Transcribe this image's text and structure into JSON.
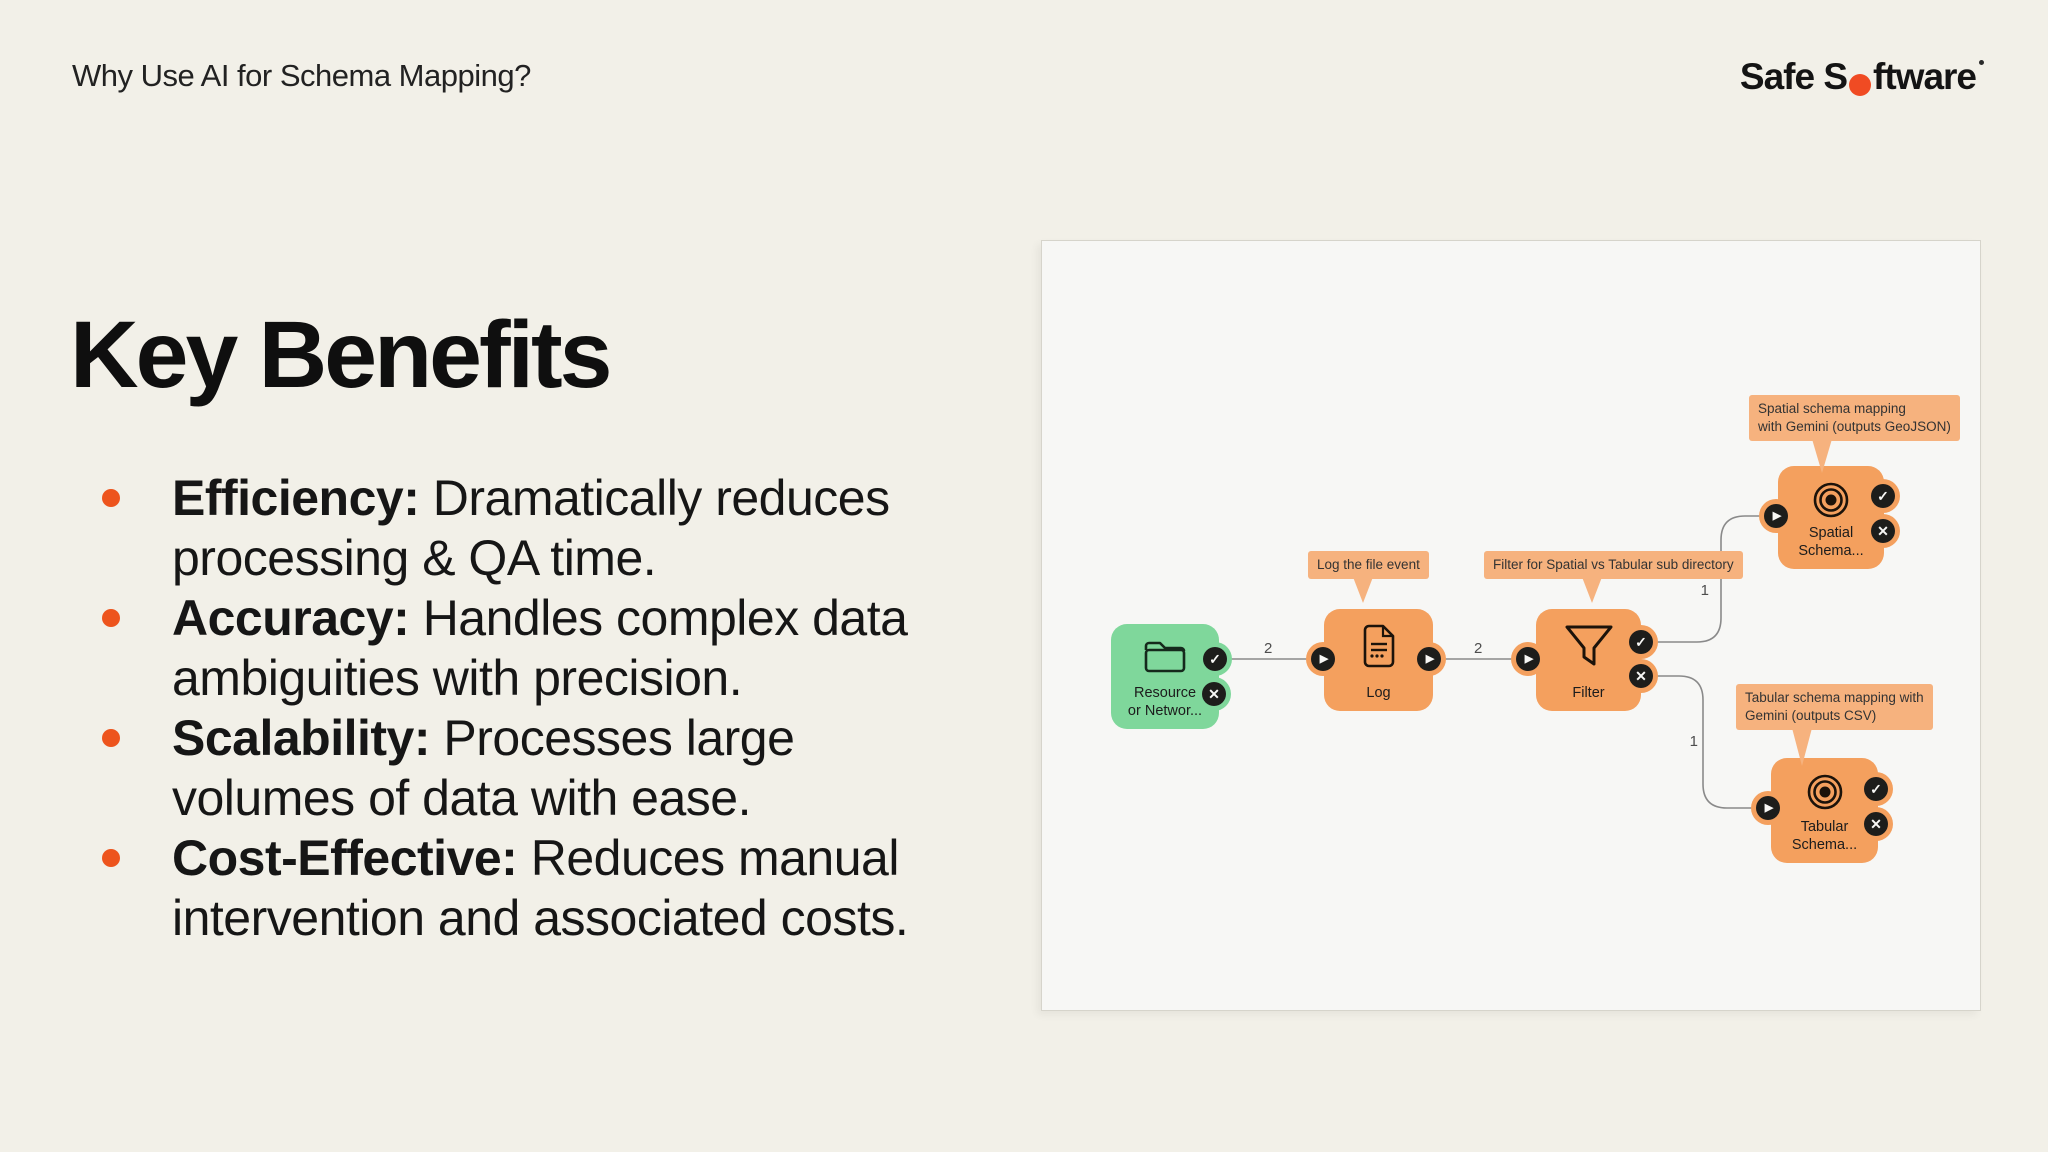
{
  "slide": {
    "header": "Why Use AI for Schema Mapping?",
    "logo": {
      "part1": "Safe S",
      "part2": "ftware"
    },
    "title": "Key Benefits",
    "bullets": [
      {
        "term": "Efficiency:",
        "text": " Dramatically reduces processing & QA time."
      },
      {
        "term": "Accuracy:",
        "text": " Handles complex data ambiguities with precision."
      },
      {
        "term": "Scalability:",
        "text": " Processes large volumes of data with ease."
      },
      {
        "term": "Cost-Effective:",
        "text": " Reduces manual intervention and associated costs."
      }
    ]
  },
  "diagram": {
    "nodes": [
      {
        "id": "resource",
        "icon": "folder-icon",
        "label": [
          "Resource",
          "or Networ..."
        ]
      },
      {
        "id": "log",
        "icon": "document-icon",
        "label": [
          "Log"
        ],
        "tooltip": [
          "Log the file event"
        ]
      },
      {
        "id": "filter",
        "icon": "funnel-icon",
        "label": [
          "Filter"
        ],
        "tooltip": [
          "Filter for Spatial vs Tabular sub directory"
        ]
      },
      {
        "id": "spatial",
        "icon": "bullseye-icon",
        "label": [
          "Spatial",
          "Schema..."
        ],
        "tooltip": [
          "Spatial schema mapping",
          "with Gemini (outputs GeoJSON)"
        ]
      },
      {
        "id": "tabular",
        "icon": "bullseye-icon",
        "label": [
          "Tabular",
          "Schema..."
        ],
        "tooltip": [
          "Tabular schema mapping with",
          "Gemini (outputs CSV)"
        ]
      }
    ],
    "connection_labels": [
      "2",
      "2",
      "1",
      "1"
    ],
    "badges": {
      "check": "✓",
      "fail": "✕",
      "play": "▶"
    }
  },
  "colors": {
    "slide_background": "#F2F0E8",
    "accent_orange": "#ED541D",
    "logo_dot": "#F04B23",
    "node_orange": "#F4A05E",
    "tooltip_orange": "#F6B27E",
    "node_green": "#7FD79B",
    "badge_black": "#1D1D1B",
    "wire_gray": "#8A8A8A",
    "panel_background": "#F7F7F5"
  }
}
